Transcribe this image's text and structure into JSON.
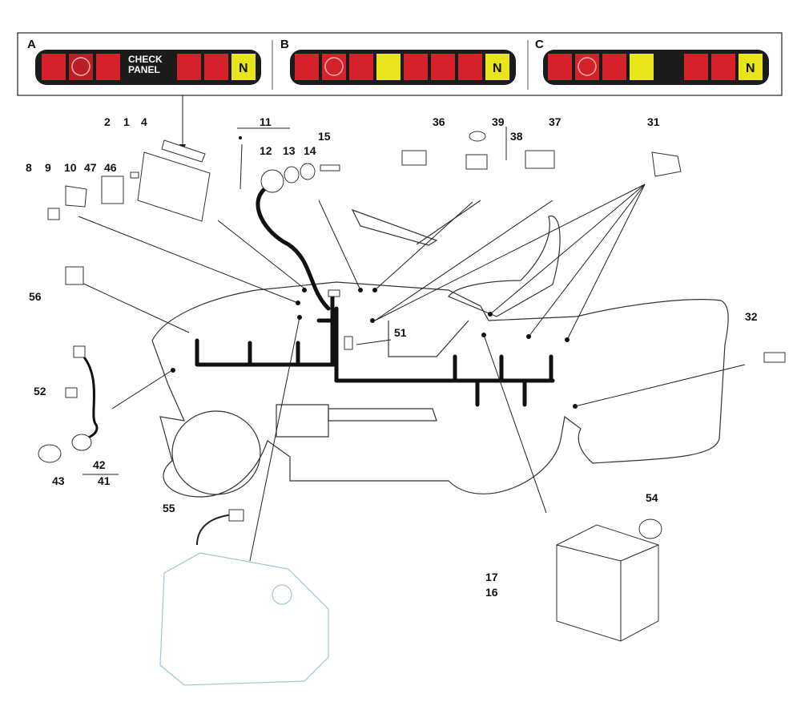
{
  "panels": [
    {
      "letter": "A",
      "text_line1": "CHECK",
      "text_line2": "PANEL",
      "n_label": "N"
    },
    {
      "letter": "B",
      "n_label": "N"
    },
    {
      "letter": "C",
      "n_label": "N"
    }
  ],
  "labels": {
    "c1": "1",
    "c2": "2",
    "c4": "4",
    "c8": "8",
    "c9": "9",
    "c10": "10",
    "c47": "47",
    "c46": "46",
    "c11": "11",
    "c12": "12",
    "c13": "13",
    "c14": "14",
    "c15": "15",
    "c36": "36",
    "c39": "39",
    "c38": "38",
    "c37": "37",
    "c31": "31",
    "c32": "32",
    "c56": "56",
    "c51": "51",
    "c52": "52",
    "c42": "42",
    "c43": "43",
    "c41": "41",
    "c55": "55",
    "c54": "54",
    "c17": "17",
    "c16": "16"
  },
  "colors": {
    "panel_bg": "#1b1b1b",
    "warn_red": "#d6202a",
    "warn_yellow": "#e8e61a",
    "ghost_line": "#9ec4d6"
  }
}
